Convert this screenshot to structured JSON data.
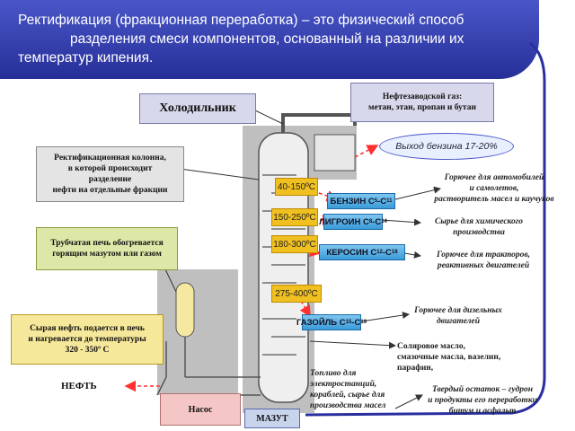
{
  "header": {
    "line1": "Ректификация (фракционная переработка) – это физический способ",
    "line2": "разделения смеси компонентов, основанный на различии их",
    "line3": "температур кипения."
  },
  "boxes": {
    "gas": [
      "Нефтезаводской газ:",
      "метан, этан, пропан и бутан"
    ],
    "fridge": "Холодильник",
    "column": [
      "Ректификационная колонна,",
      "в которой происходит",
      "разделение",
      "нефти на отдельные фракции"
    ],
    "furnace": [
      "Трубчатая печь обогревается",
      "горящим мазутом или газом"
    ],
    "crude": [
      "Сырая нефть подается в печь",
      "и нагревается до температуры",
      "320 - 350º С"
    ],
    "pump": "Насос",
    "mazut": "МАЗУТ"
  },
  "benzine_exit": "Выход бензина 17-20%",
  "temps": [
    "40-150ºС",
    "150-250ºС",
    "180-300ºС",
    "275-400ºС"
  ],
  "products": {
    "benzin": {
      "name": "БЕНЗИН С",
      "a": "5",
      "mid": "-С",
      "b": "11"
    },
    "ligroin": {
      "name": "ЛИГРОИН С",
      "a": "8",
      "mid": "-С",
      "b": "14"
    },
    "kerosin": {
      "name": "КЕРОСИН С",
      "a": "12",
      "mid": "-С",
      "b": "18"
    },
    "gasoil": {
      "name": "ГАЗОЙЛЬ С",
      "a": "15",
      "mid": "-С",
      "b": "19"
    }
  },
  "uses": {
    "benzin": [
      "Горючее для автомобилей",
      "и самолетов,",
      "растворитель масел и каучуков"
    ],
    "ligroin": [
      "Сырье для химического",
      "производства"
    ],
    "kerosin": [
      "Горючее для тракторов,",
      "реактивных двигателей"
    ],
    "gasoil": [
      "Горючее для дизельных",
      "двигателей"
    ],
    "oils": [
      "Соляровое масло,",
      "смазочные масла, вазелин,",
      "парафин,"
    ],
    "fuel": [
      "Топливо для",
      "электростанций,",
      "кораблей, сырье для",
      "производства масел"
    ],
    "residue": [
      "Твердый остаток – гудрон",
      "и продукты его переработки",
      "битум и асфальт"
    ]
  },
  "neft": "НЕФТЬ"
}
